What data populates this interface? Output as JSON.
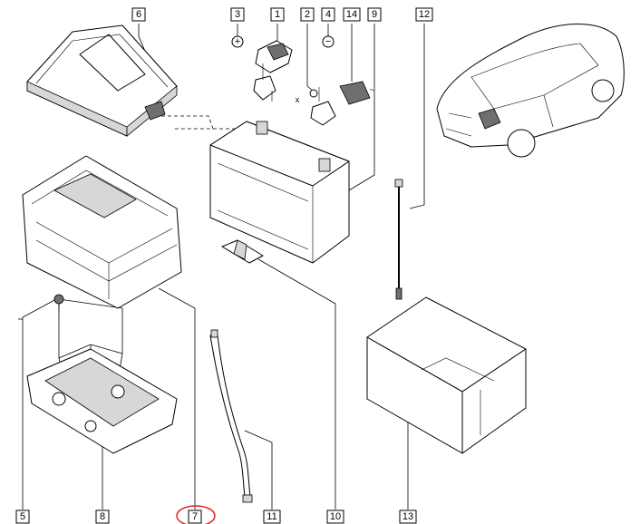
{
  "callouts": {
    "c1": "1",
    "c2": "2",
    "c3": "3",
    "c4": "4",
    "c5": "5",
    "c6": "6",
    "c7": "7",
    "c8": "8",
    "c9": "9",
    "c10": "10",
    "c11": "11",
    "c12": "12",
    "c13": "13",
    "c14": "14"
  },
  "symbols": {
    "plus": "+",
    "minus": "−",
    "x_mark": "x"
  },
  "colors": {
    "line": "#000000",
    "highlight_circle": "#e02020",
    "fill": "#ffffff",
    "shade": "#d7d7d7"
  }
}
